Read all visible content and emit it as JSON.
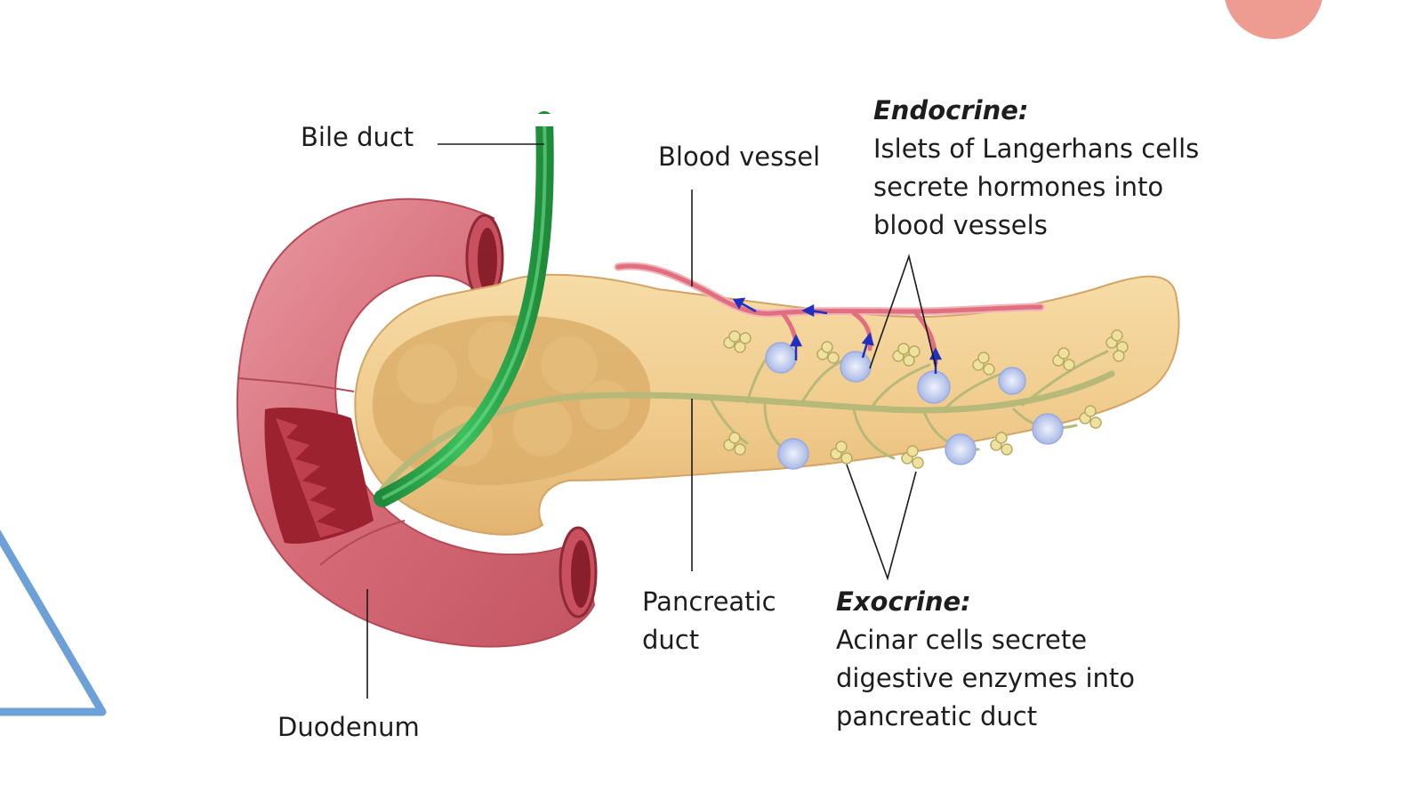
{
  "labels": {
    "bile_duct": "Bile duct",
    "blood_vessel": "Blood vessel",
    "pancreatic_duct_line1": "Pancreatic",
    "pancreatic_duct_line2": "duct",
    "duodenum": "Duodenum",
    "endocrine": {
      "heading": "Endocrine:",
      "line1": "Islets of Langerhans cells",
      "line2": "secrete hormones into",
      "line3": "blood vessels"
    },
    "exocrine": {
      "heading": "Exocrine:",
      "line1": "Acinar cells secrete",
      "line2": "digestive enzymes into",
      "line3": "pancreatic duct"
    }
  },
  "colors": {
    "duodenum": "#d8707a",
    "duodenum_dark": "#a8303a",
    "pancreas": "#f0cc90",
    "pancreas_shadow": "#d9a860",
    "bile_duct": "#2aa84a",
    "blood_vessel": "#e07080",
    "islet": "#c8d4f0",
    "flow_arrow": "#2030c0",
    "decor_circle": "#ee9b92",
    "decor_triangle": "#6ea0d8"
  }
}
